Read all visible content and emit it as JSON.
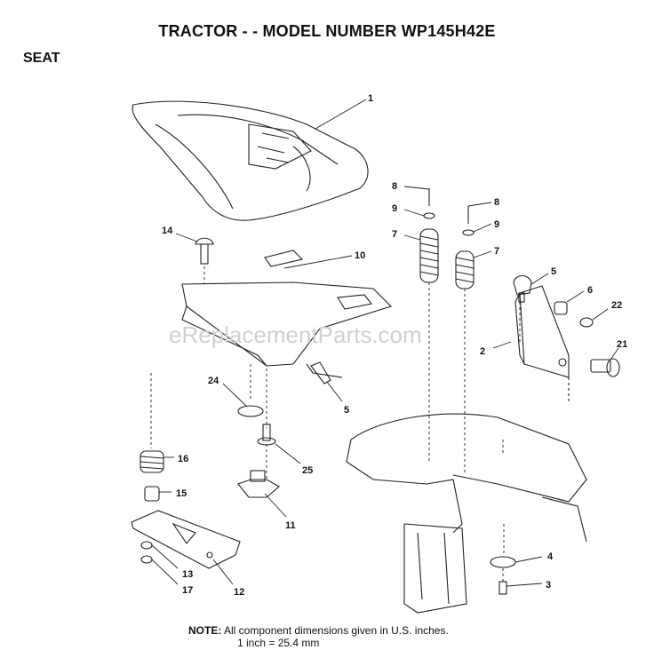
{
  "header": {
    "title": "TRACTOR - - MODEL NUMBER WP145H42E",
    "section": "SEAT"
  },
  "watermark": "eReplacementParts.com",
  "callouts": {
    "c1": "1",
    "c8a": "8",
    "c8b": "8",
    "c9a": "9",
    "c9b": "9",
    "c7a": "7",
    "c7b": "7",
    "c14": "14",
    "c10": "10",
    "c5a": "5",
    "c6": "6",
    "c22": "22",
    "c2": "2",
    "c21": "21",
    "c24": "24",
    "c5b": "5",
    "c16": "16",
    "c25": "25",
    "c15": "15",
    "c11": "11",
    "c13": "13",
    "c17": "17",
    "c12": "12",
    "c4": "4",
    "c3": "3"
  },
  "note": {
    "label": "NOTE:",
    "line1": "All component  dimensions given in U.S. inches.",
    "line2": "1 inch = 25.4 mm"
  }
}
